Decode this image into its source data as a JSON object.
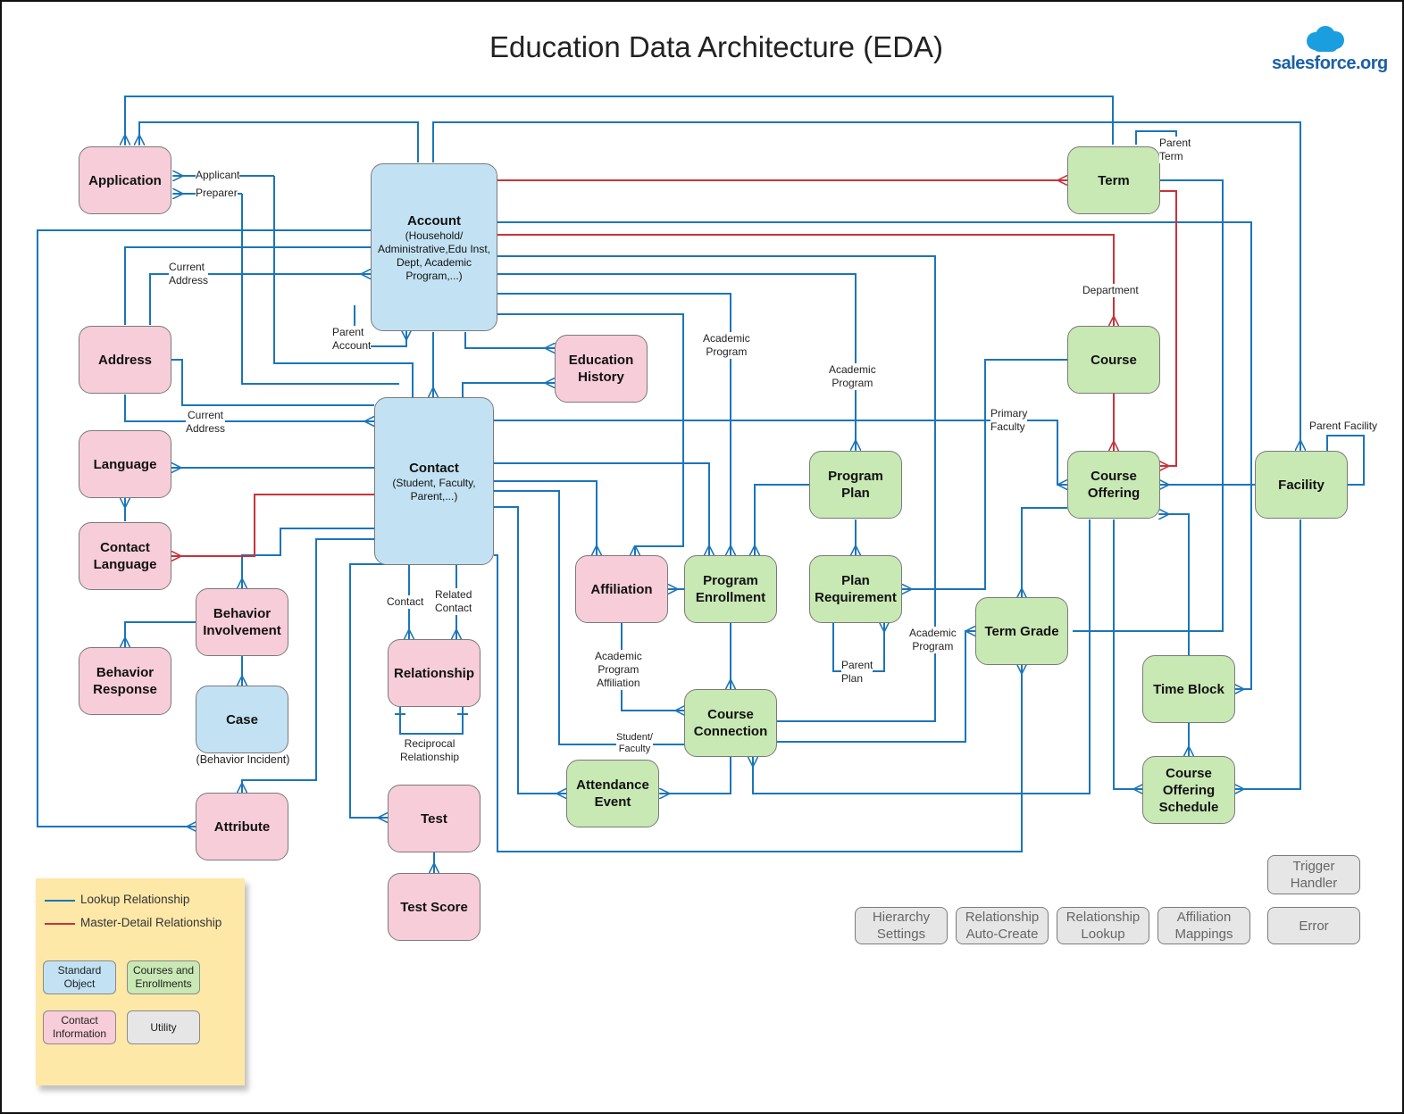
{
  "title": "Education Data Architecture (EDA)",
  "logo": {
    "text": "salesforce.org",
    "icon": "cloud-icon",
    "color": "#1a9ee0"
  },
  "colors": {
    "lookup": "#1b75bb",
    "master_detail": "#c8323c",
    "standard": "#c2e2f4",
    "courses": "#c8e8b4",
    "contact_info": "#f7cdd9",
    "utility": "#e6e6e6",
    "legend_bg": "#fde8a8"
  },
  "nodes": {
    "application": {
      "label": "Application"
    },
    "account": {
      "label": "Account",
      "sub": "(Household/\nAdministrative,Edu Inst,\nDept, Academic\nProgram,...)"
    },
    "term": {
      "label": "Term"
    },
    "address": {
      "label": "Address"
    },
    "education_history": {
      "label": "Education\nHistory"
    },
    "course": {
      "label": "Course"
    },
    "language": {
      "label": "Language"
    },
    "contact": {
      "label": "Contact",
      "sub": "(Student, Faculty,\nParent,...)"
    },
    "program_plan": {
      "label": "Program\nPlan"
    },
    "course_offering": {
      "label": "Course\nOffering"
    },
    "facility": {
      "label": "Facility"
    },
    "contact_language": {
      "label": "Contact\nLanguage"
    },
    "affiliation": {
      "label": "Affiliation"
    },
    "program_enrollment": {
      "label": "Program\nEnrollment"
    },
    "plan_requirement": {
      "label": "Plan\nRequirement"
    },
    "behavior_involvement": {
      "label": "Behavior\nInvolvement"
    },
    "term_grade": {
      "label": "Term Grade"
    },
    "behavior_response": {
      "label": "Behavior\nResponse"
    },
    "relationship": {
      "label": "Relationship"
    },
    "time_block": {
      "label": "Time Block"
    },
    "case": {
      "label": "Case"
    },
    "course_connection": {
      "label": "Course\nConnection"
    },
    "attendance_event": {
      "label": "Attendance\nEvent"
    },
    "course_offering_schedule": {
      "label": "Course\nOffering\nSchedule"
    },
    "attribute": {
      "label": "Attribute"
    },
    "test": {
      "label": "Test"
    },
    "test_score": {
      "label": "Test Score"
    },
    "trigger_handler": {
      "label": "Trigger\nHandler"
    },
    "hierarchy_settings": {
      "label": "Hierarchy\nSettings"
    },
    "relationship_auto_create": {
      "label": "Relationship\nAuto-Create"
    },
    "relationship_lookup": {
      "label": "Relationship\nLookup"
    },
    "affiliation_mappings": {
      "label": "Affiliation\nMappings"
    },
    "error": {
      "label": "Error"
    }
  },
  "case_caption": "(Behavior Incident)",
  "labels": {
    "applicant": "Applicant",
    "preparer": "Preparer",
    "parent_term": "Parent\nTerm",
    "current_address_1": "Current\nAddress",
    "current_address_2": "Current\nAddress",
    "parent_account": "Parent\nAccount",
    "academic_program_1": "Academic\nProgram",
    "academic_program_2": "Academic\nProgram",
    "academic_program_3": "Academic\nProgram",
    "department": "Department",
    "primary_faculty": "Primary\nFaculty",
    "parent_facility": "Parent Facility",
    "contact": "Contact",
    "related_contact": "Related\nContact",
    "academic_program_affiliation": "Academic\nProgram\nAffiliation",
    "parent_plan": "Parent\nPlan",
    "student_faculty": "Student/\nFaculty",
    "reciprocal_relationship": "Reciprocal\nRelationship"
  },
  "legend": {
    "lookup": "Lookup Relationship",
    "master_detail": "Master-Detail Relationship",
    "standard": "Standard\nObject",
    "courses": "Courses and\nEnrollments",
    "contact_info": "Contact\nInformation",
    "utility": "Utility"
  }
}
